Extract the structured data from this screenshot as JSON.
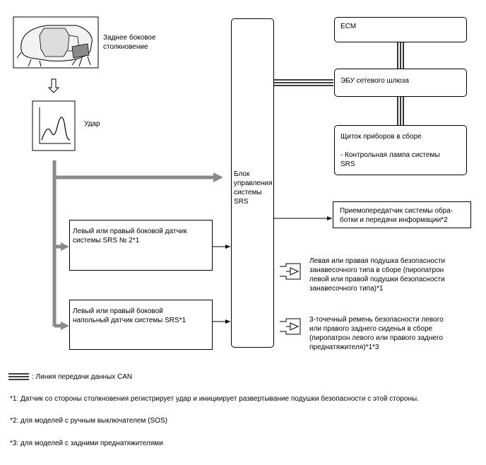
{
  "labels": {
    "rear_collision": "Заднее боковое\nстолкновение",
    "impact": "Удар",
    "srs_unit": "Блок\nуправления\nсистемы\nSRS",
    "ecm": "ECM",
    "gateway": "ЭБУ сетевого шлюза",
    "cluster": "Щиток приборов в сборе\n\n- Контрольная лампа системы\nSRS",
    "transceiver": "Приемопередатчик системы обра-\nботки и передачи информации*2",
    "sensor_no2": "Левый или правый боковой датчик\nсистемы SRS № 2*1",
    "floor_sensor": "Левый или правый боковой\nнапольный датчик системы SRS*1",
    "curtain_airbag": "Левая или правая подушка безопасности\nзанавесочного типа в сборе (пиропатрон\nлевой или правой подушки безопасности\nзанавесочного типа)*1",
    "seatbelt": "3-точечный ремень безопасности левого\nили правого заднего сиденья в сборе\n(пиропатрон левого или правого заднего\nпреднатяжителя)*1*3"
  },
  "legend": {
    "can_line": ": Линия передачи данных CAN"
  },
  "notes": {
    "note1": "*1: Датчик со стороны столкновения регистрирует удар и инициирует развертывание подушки безопасности с этой стороны.",
    "note2": "*2: для моделей с ручным выключателем (SOS)",
    "note3": "*3: для моделей с задними преднатяжителями"
  }
}
